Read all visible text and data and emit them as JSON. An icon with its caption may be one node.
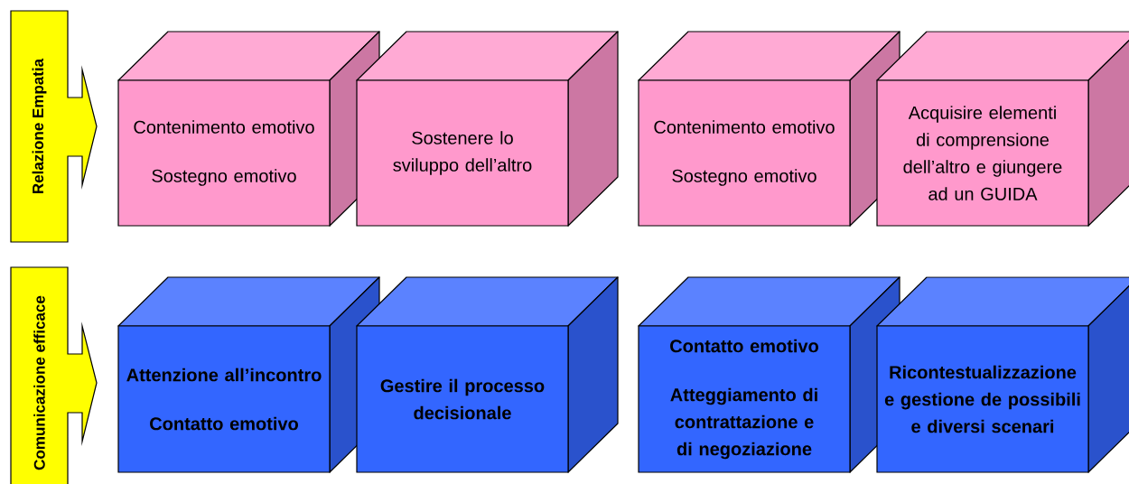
{
  "diagram": {
    "nodes": [
      {
        "text": [
          "Relazione Empatia"
        ]
      },
      {
        "text": [
          "Contenimento emotivo",
          "Sostegno emotivo"
        ]
      },
      {
        "text": [
          "Sostenere lo sviluppo dell’altro"
        ]
      },
      {
        "text": [
          "Contenimento emotivo",
          "Sostegno emotivo"
        ]
      },
      {
        "text": [
          "Acquisire elementi di comprensione dell’altro e giungere ad un GUIDA"
        ]
      },
      {
        "text": [
          "Comunicazione efficace"
        ]
      },
      {
        "text": [
          "Attenzione all’incontro",
          "Contatto emotivo"
        ]
      },
      {
        "text": [
          "Gestire il processo decisionale"
        ]
      },
      {
        "text": [
          "Contatto emotivo",
          "Atteggiamento di contrattazione e di negoziazione"
        ]
      },
      {
        "text": [
          "Ricontestualizzazione e gestione de possibili e diversi scenari"
        ]
      }
    ]
  }
}
